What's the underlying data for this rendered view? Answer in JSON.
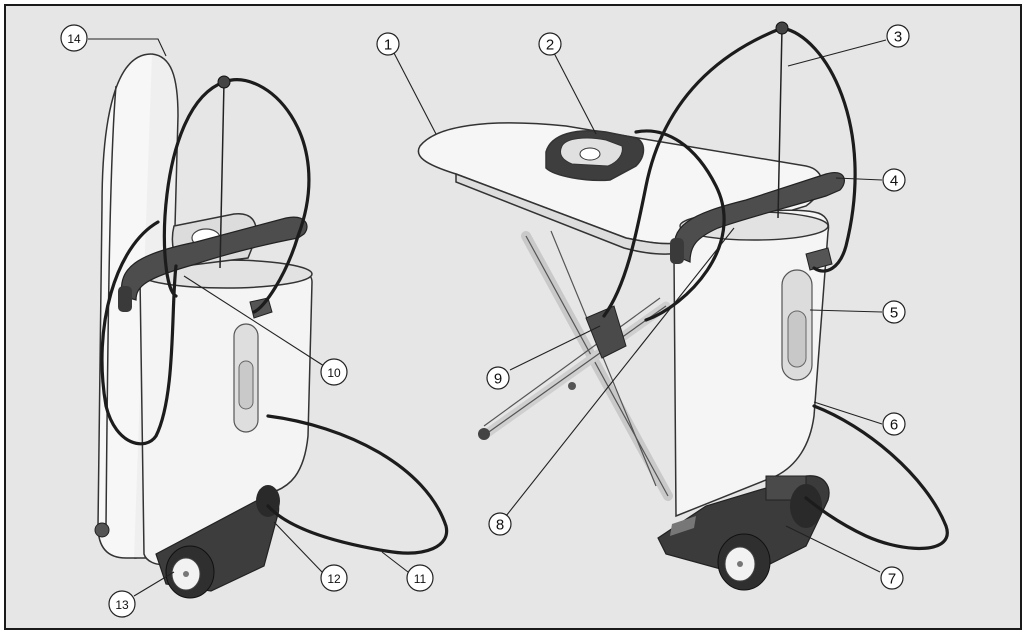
{
  "figure": {
    "background": "#e6e6e6",
    "border_color": "#1a1a1a",
    "callouts": [
      "1",
      "2",
      "3",
      "4",
      "5",
      "6",
      "7",
      "8",
      "9",
      "10",
      "11",
      "12",
      "13",
      "14"
    ]
  }
}
